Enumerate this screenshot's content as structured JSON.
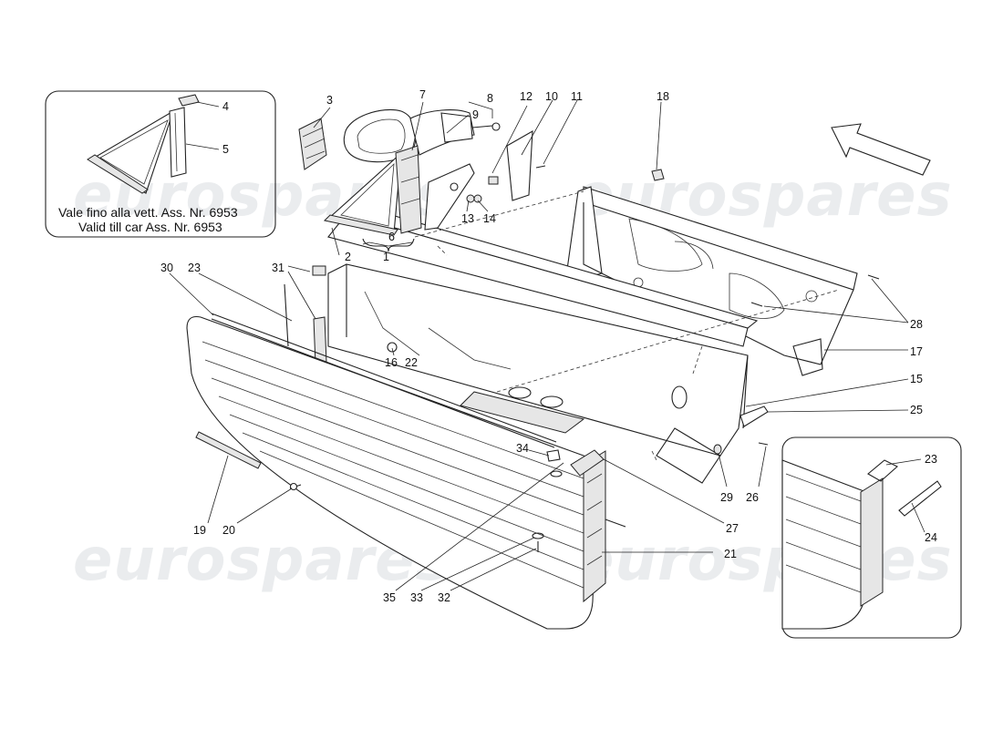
{
  "watermark": {
    "text": "eurospares"
  },
  "inset_top_left": {
    "note_line1": "Vale fino alla vett. Ass. Nr. 6953",
    "note_line2": "Valid till car Ass. Nr. 6953",
    "callouts": [
      "4",
      "5"
    ]
  },
  "inset_bottom_right": {
    "callouts": [
      "23",
      "24"
    ]
  },
  "callouts": {
    "c1": "1",
    "c2": "2",
    "c3": "3",
    "c6": "6",
    "c7": "7",
    "c8": "8",
    "c9": "9",
    "c10": "10",
    "c11": "11",
    "c12": "12",
    "c13": "13",
    "c14": "14",
    "c15": "15",
    "c16": "16",
    "c17": "17",
    "c18": "18",
    "c19": "19",
    "c20": "20",
    "c21": "21",
    "c22": "22",
    "c23": "23",
    "c25": "25",
    "c26": "26",
    "c27": "27",
    "c28": "28",
    "c29": "29",
    "c30": "30",
    "c31": "31",
    "c32": "32",
    "c33": "33",
    "c34": "34",
    "c35": "35"
  }
}
